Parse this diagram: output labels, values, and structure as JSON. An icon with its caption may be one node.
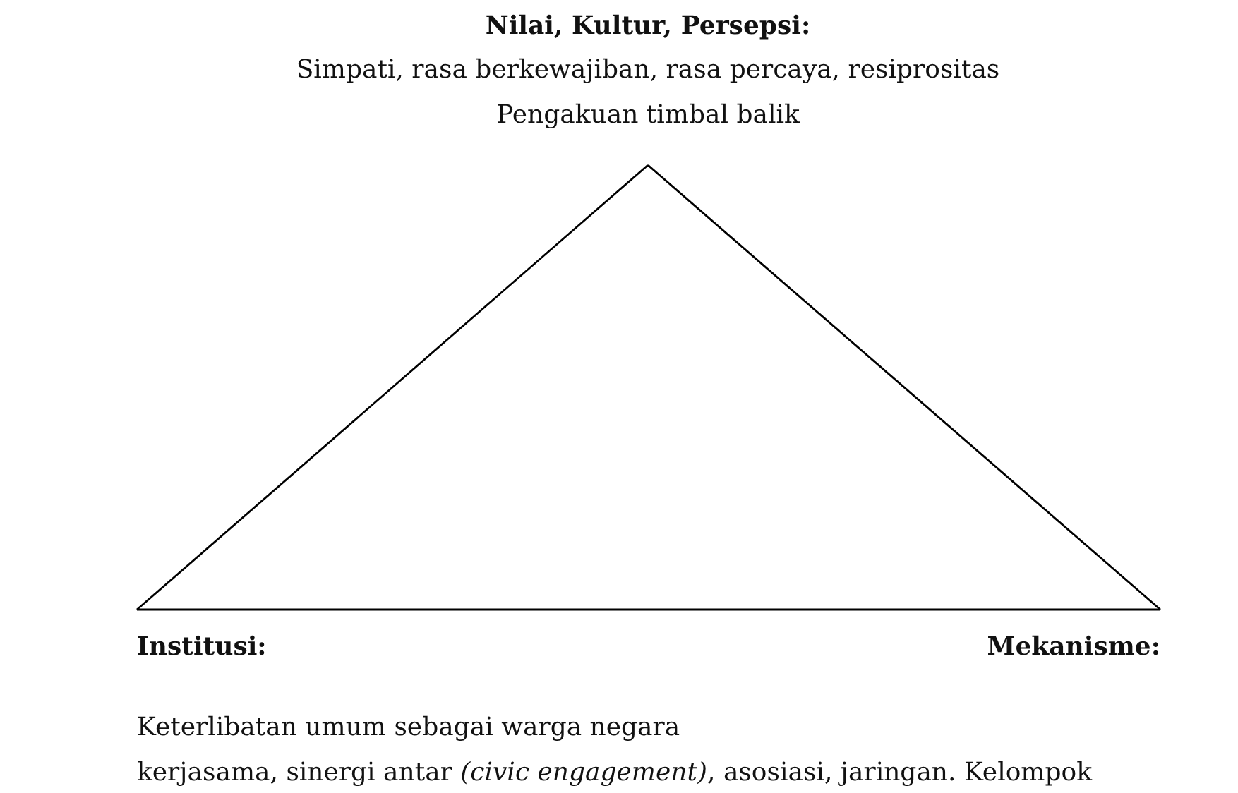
{
  "diagram": {
    "nodes": [
      {
        "text": [
          "Nilai, Kultur, Persepsi:",
          "Simpati, rasa berkewajiban, rasa percaya, resiprositas Pengakuan timbal balik"
        ]
      },
      {
        "text": [
          "Institusi:"
        ]
      },
      {
        "text": [
          "Mekanisme:"
        ]
      }
    ],
    "edges": [
      {
        "from": 0,
        "to": 1,
        "arrow": "none"
      },
      {
        "from": 1,
        "to": 2,
        "arrow": "none"
      },
      {
        "from": 2,
        "to": 0,
        "arrow": "none"
      }
    ],
    "labels": [
      "Keterlibatan umum sebagai warga negara",
      "kerjasama, sinergi antar *(civic engagement)*, asosiasi, jaringan. Kelompok"
    ]
  }
}
